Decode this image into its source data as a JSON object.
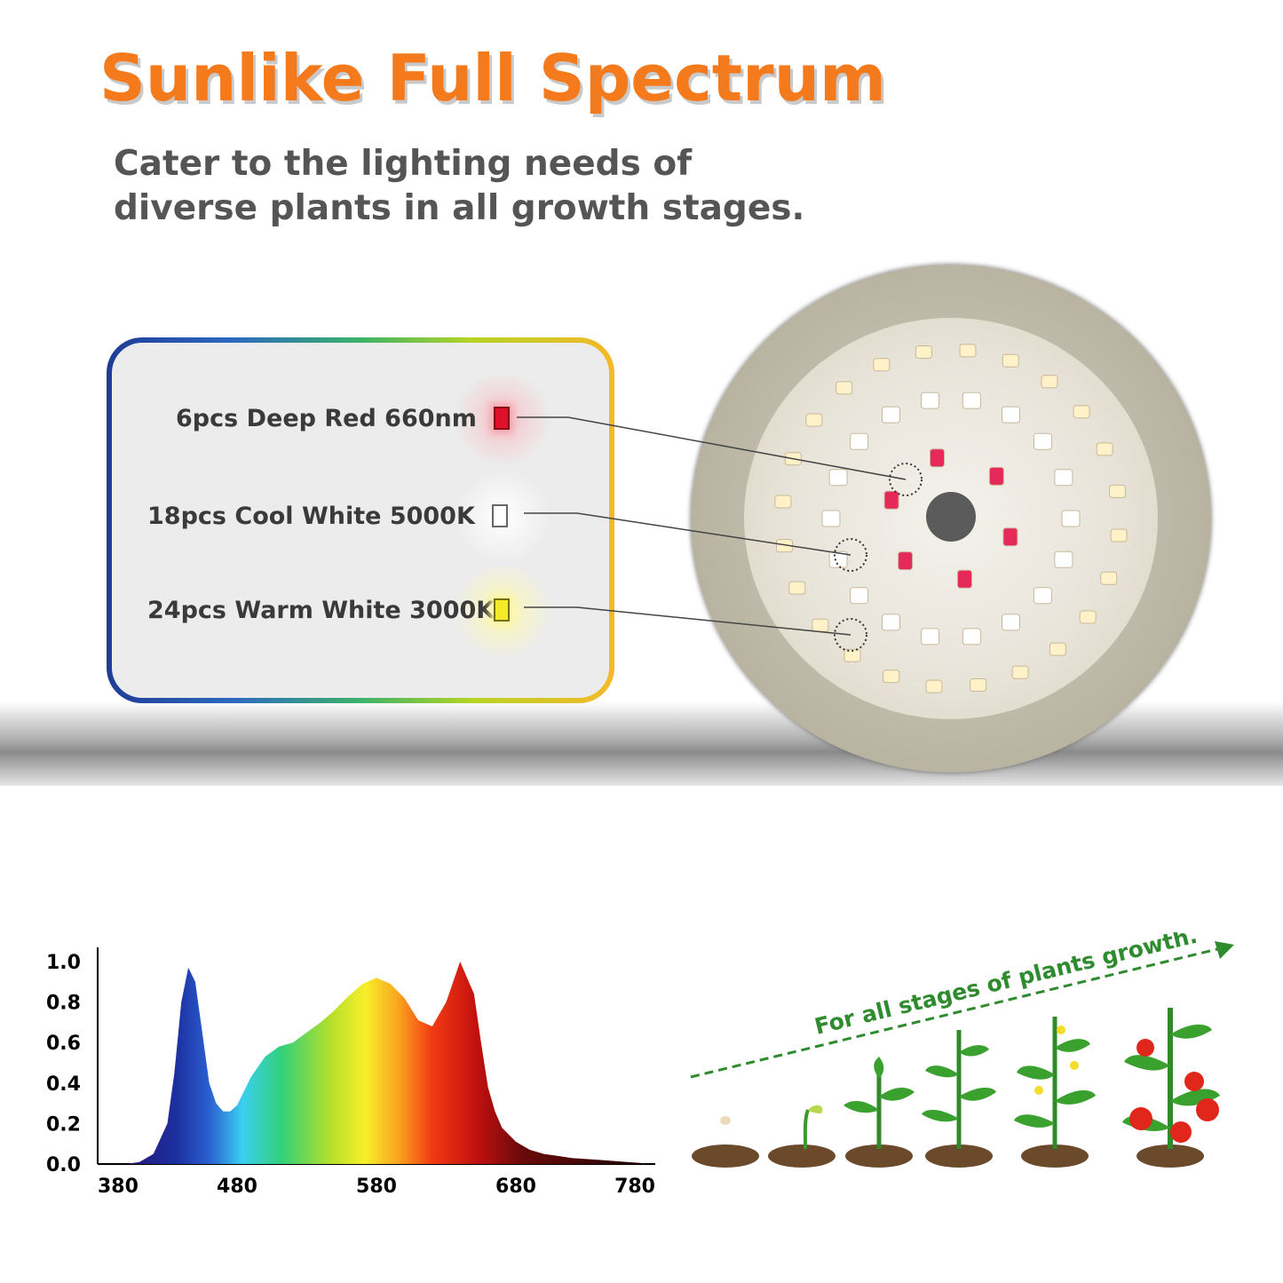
{
  "header": {
    "title": "Sunlike Full Spectrum",
    "subtitle": "Cater to the lighting needs of diverse plants in all growth stages."
  },
  "leds": [
    {
      "label": "6pcs Deep Red 660nm",
      "color": "#e0102a"
    },
    {
      "label": "18pcs Cool White 5000K",
      "color": "#ffffff"
    },
    {
      "label": "24pcs Warm White 3000K",
      "color": "#f5ea28"
    }
  ],
  "growth": {
    "caption": "For all stages of plants growth.",
    "color": "#2e8b2e"
  },
  "chart_data": {
    "type": "area",
    "xlim": [
      380,
      780
    ],
    "ylim": [
      0,
      1.0
    ],
    "x_ticks": [
      380,
      480,
      580,
      680,
      780
    ],
    "y_ticks": [
      0.0,
      0.2,
      0.4,
      0.6,
      0.8,
      1.0
    ],
    "x_tick_labels": [
      "380",
      "480",
      "580",
      "680",
      "780"
    ],
    "y_tick_labels": [
      "1.0",
      "0.8",
      "0.6",
      "0.4",
      "0.2",
      "0.0"
    ],
    "series": [
      {
        "x": [
          380,
          400,
          410,
          420,
          430,
          435,
          440,
          445,
          450,
          455,
          460,
          465,
          470,
          475,
          480,
          490,
          500,
          510,
          520,
          530,
          540,
          550,
          560,
          570,
          580,
          590,
          600,
          610,
          620,
          630,
          640,
          650,
          655,
          660,
          665,
          670,
          680,
          690,
          700,
          720,
          740,
          760,
          780
        ],
        "y": [
          0.0,
          0.0,
          0.01,
          0.05,
          0.2,
          0.45,
          0.8,
          0.97,
          0.9,
          0.65,
          0.4,
          0.3,
          0.26,
          0.26,
          0.29,
          0.43,
          0.53,
          0.58,
          0.6,
          0.65,
          0.7,
          0.76,
          0.83,
          0.89,
          0.92,
          0.89,
          0.82,
          0.71,
          0.68,
          0.8,
          1.0,
          0.84,
          0.6,
          0.38,
          0.26,
          0.18,
          0.11,
          0.07,
          0.05,
          0.03,
          0.02,
          0.01,
          0.0
        ]
      }
    ]
  }
}
